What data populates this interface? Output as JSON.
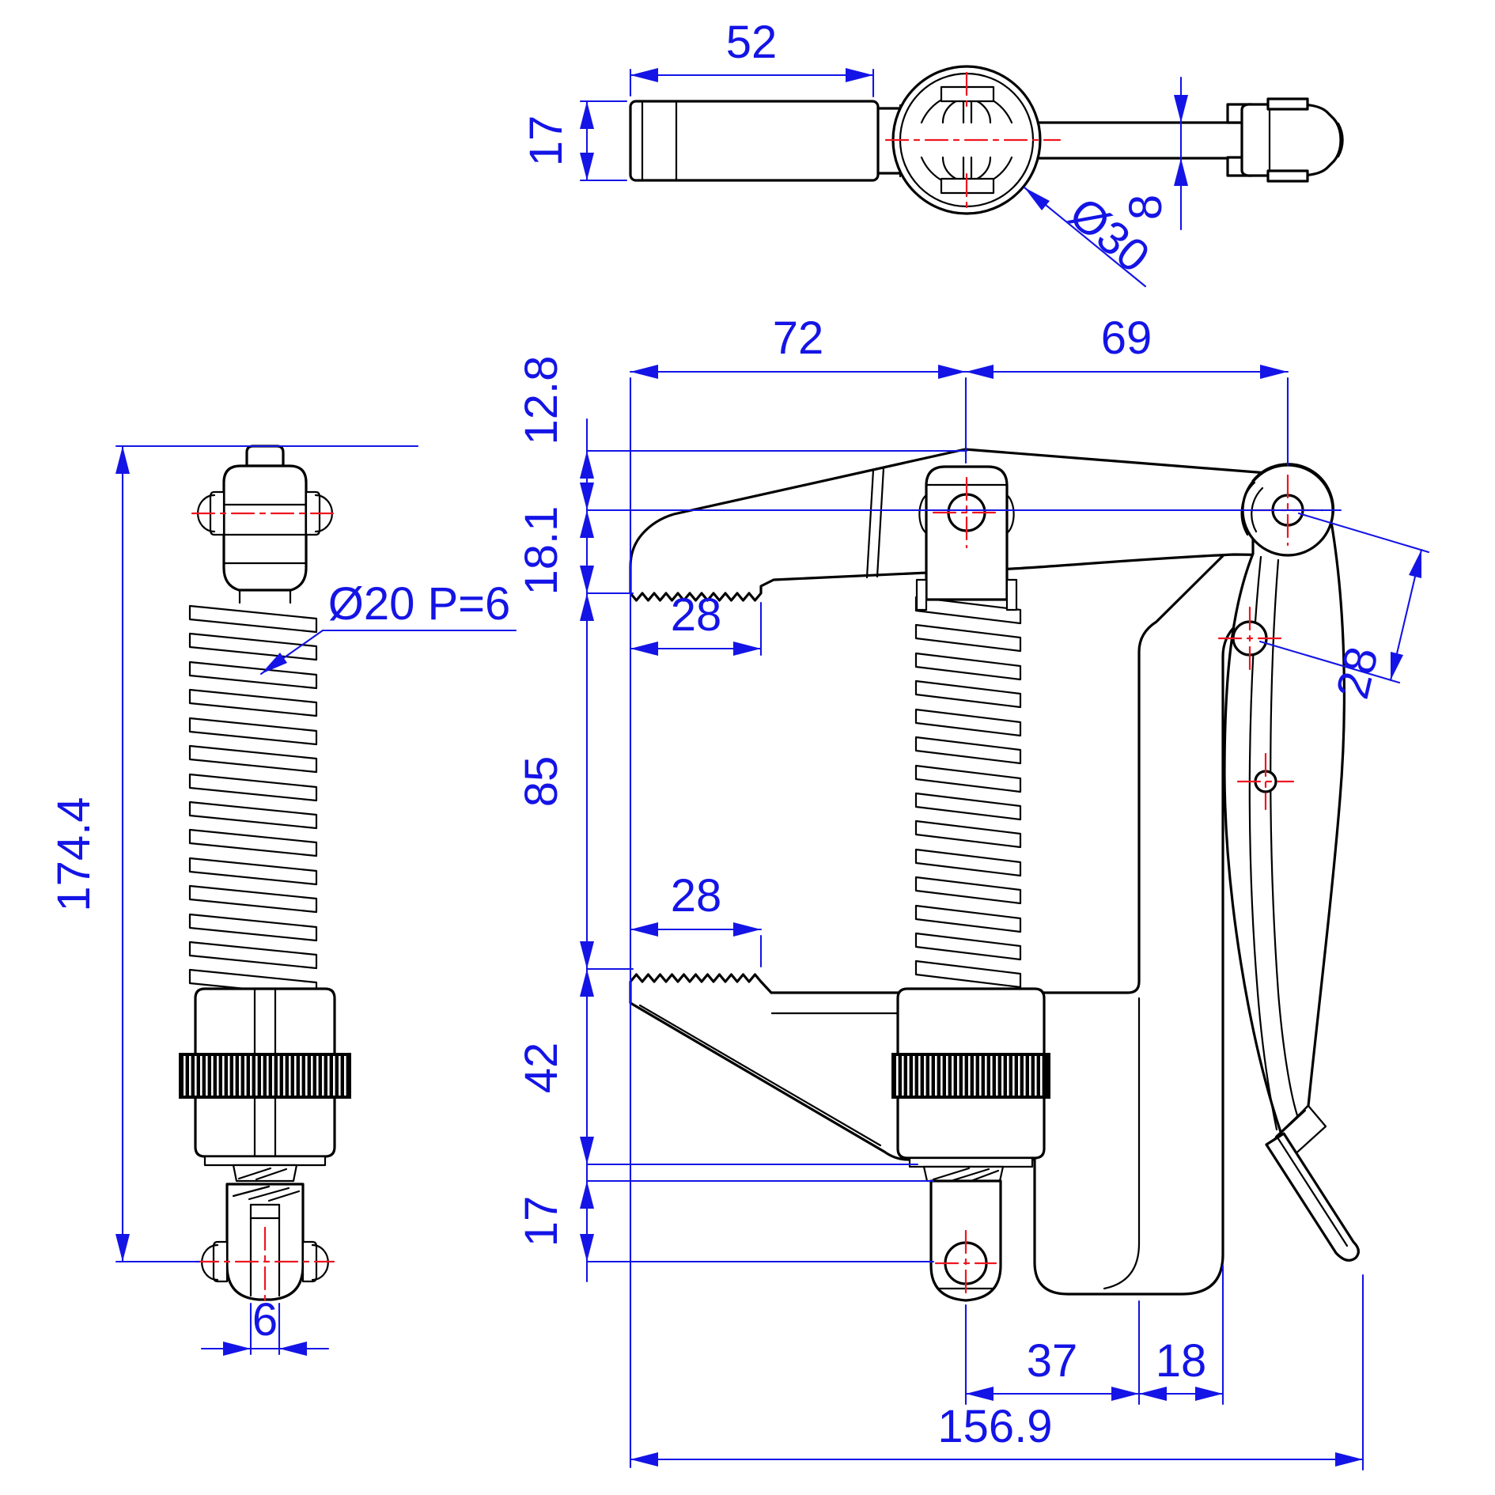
{
  "drawing": {
    "colors": {
      "line": "#000000",
      "dimension": "#1414e6",
      "centerline": "#ee1620",
      "background": "#ffffff"
    },
    "views": {
      "top": {
        "dims": {
          "handle_length": "52",
          "handle_height": "17",
          "knob_diameter": "Ø30",
          "arm_thickness": "8"
        }
      },
      "side": {
        "dims": {
          "overall_height": "174.4",
          "spindle_thread": "Ø20 P=6",
          "clevis_slot_width": "6"
        }
      },
      "front": {
        "dims": {
          "pivot_span_left": "72",
          "pivot_span_right": "69",
          "top_offset": "12.8",
          "jaw_drop": "18.1",
          "upper_jaw_width": "28",
          "opening_height": "85",
          "lower_jaw_width": "28",
          "leg_height": "42",
          "foot_height": "17",
          "handle_hole_offset": "28",
          "base_span_inner": "37",
          "base_span_edge": "18",
          "overall_width": "156.9"
        }
      }
    }
  }
}
